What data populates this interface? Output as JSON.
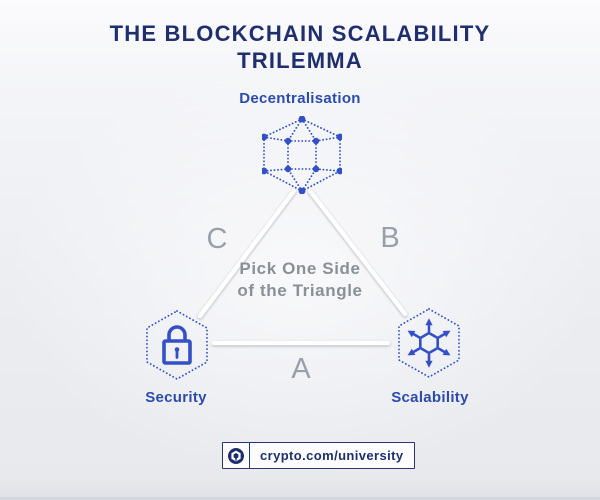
{
  "title": {
    "line1": "THE BLOCKCHAIN SCALABILITY",
    "line2": "TRILEMMA"
  },
  "nodes": {
    "top": {
      "label": "Decentralisation",
      "icon": "network-mesh-icon"
    },
    "bottom_left": {
      "label": "Security",
      "icon": "padlock-icon"
    },
    "bottom_right": {
      "label": "Scalability",
      "icon": "scale-out-arrows-icon"
    }
  },
  "triangle": {
    "center_text_line1": "Pick One Side",
    "center_text_line2": "of the Triangle",
    "side_labels": {
      "left": "C",
      "right": "B",
      "bottom": "A"
    }
  },
  "footer": {
    "badge_text": "crypto.com/university",
    "logo": "crypto-com-logo"
  },
  "colors": {
    "title_navy": "#1f2f6d",
    "label_blue": "#2c4cad",
    "icon_blue": "#3450c6",
    "side_label_gray": "#9aa0a9",
    "center_text_gray": "#8a9096",
    "triangle_line": "#ffffff",
    "background": "#ebedf1",
    "badge_navy": "#27376f"
  }
}
